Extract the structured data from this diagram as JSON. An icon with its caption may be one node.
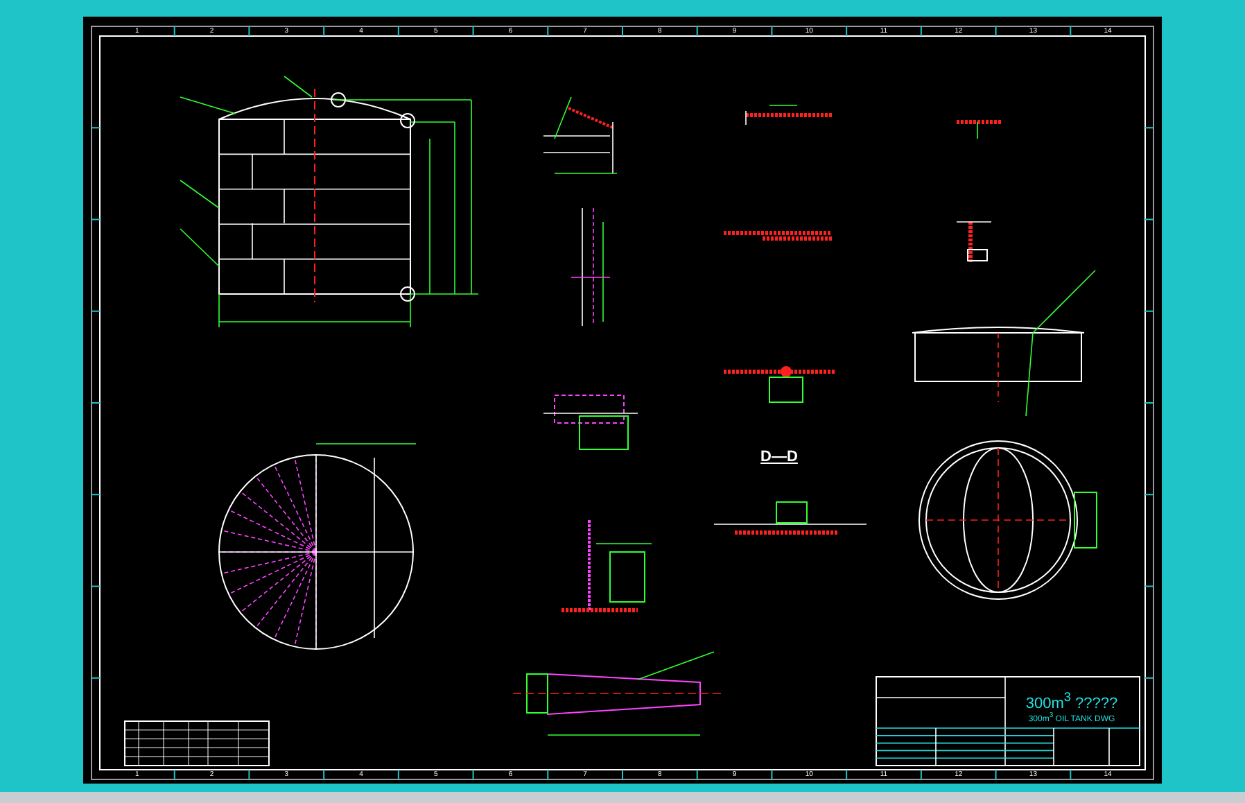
{
  "diagram": {
    "labels": [
      "1",
      "2",
      "3",
      "4",
      "5",
      "6",
      "7",
      "8",
      "9",
      "10",
      "11",
      "12",
      "13",
      "14",
      "1",
      "2",
      "3",
      "4",
      "5",
      "6",
      "7",
      "8",
      "9",
      "10",
      "11",
      "12",
      "13",
      "14",
      "D—D",
      "300m$^{3}$ ?????",
      "300m$^{3}$ OIL TANK DWG"
    ]
  }
}
